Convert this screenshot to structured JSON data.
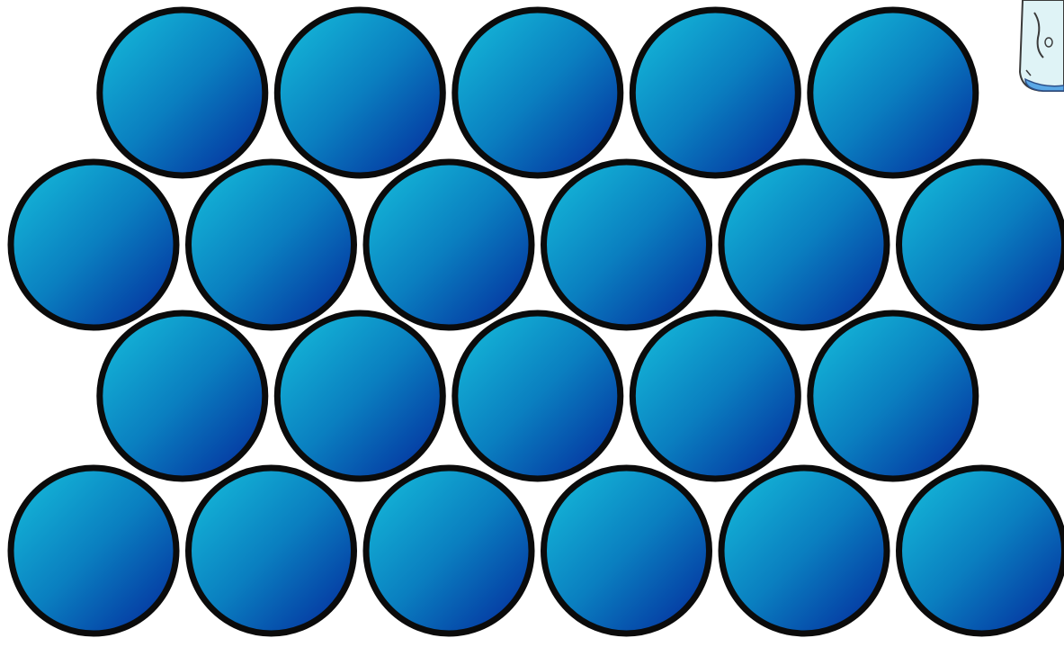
{
  "diagram": {
    "rows": [
      {
        "count": 5,
        "offset": "half"
      },
      {
        "count": 6,
        "offset": "none"
      },
      {
        "count": 5,
        "offset": "half"
      },
      {
        "count": 6,
        "offset": "none"
      }
    ],
    "colors": {
      "sphere_light": "#16c0dc",
      "sphere_mid": "#0a7fc0",
      "sphere_dark": "#03259a",
      "outline": "#0b0b0b",
      "background": "#ffffff"
    },
    "corner_icon": "beaker-icon"
  }
}
